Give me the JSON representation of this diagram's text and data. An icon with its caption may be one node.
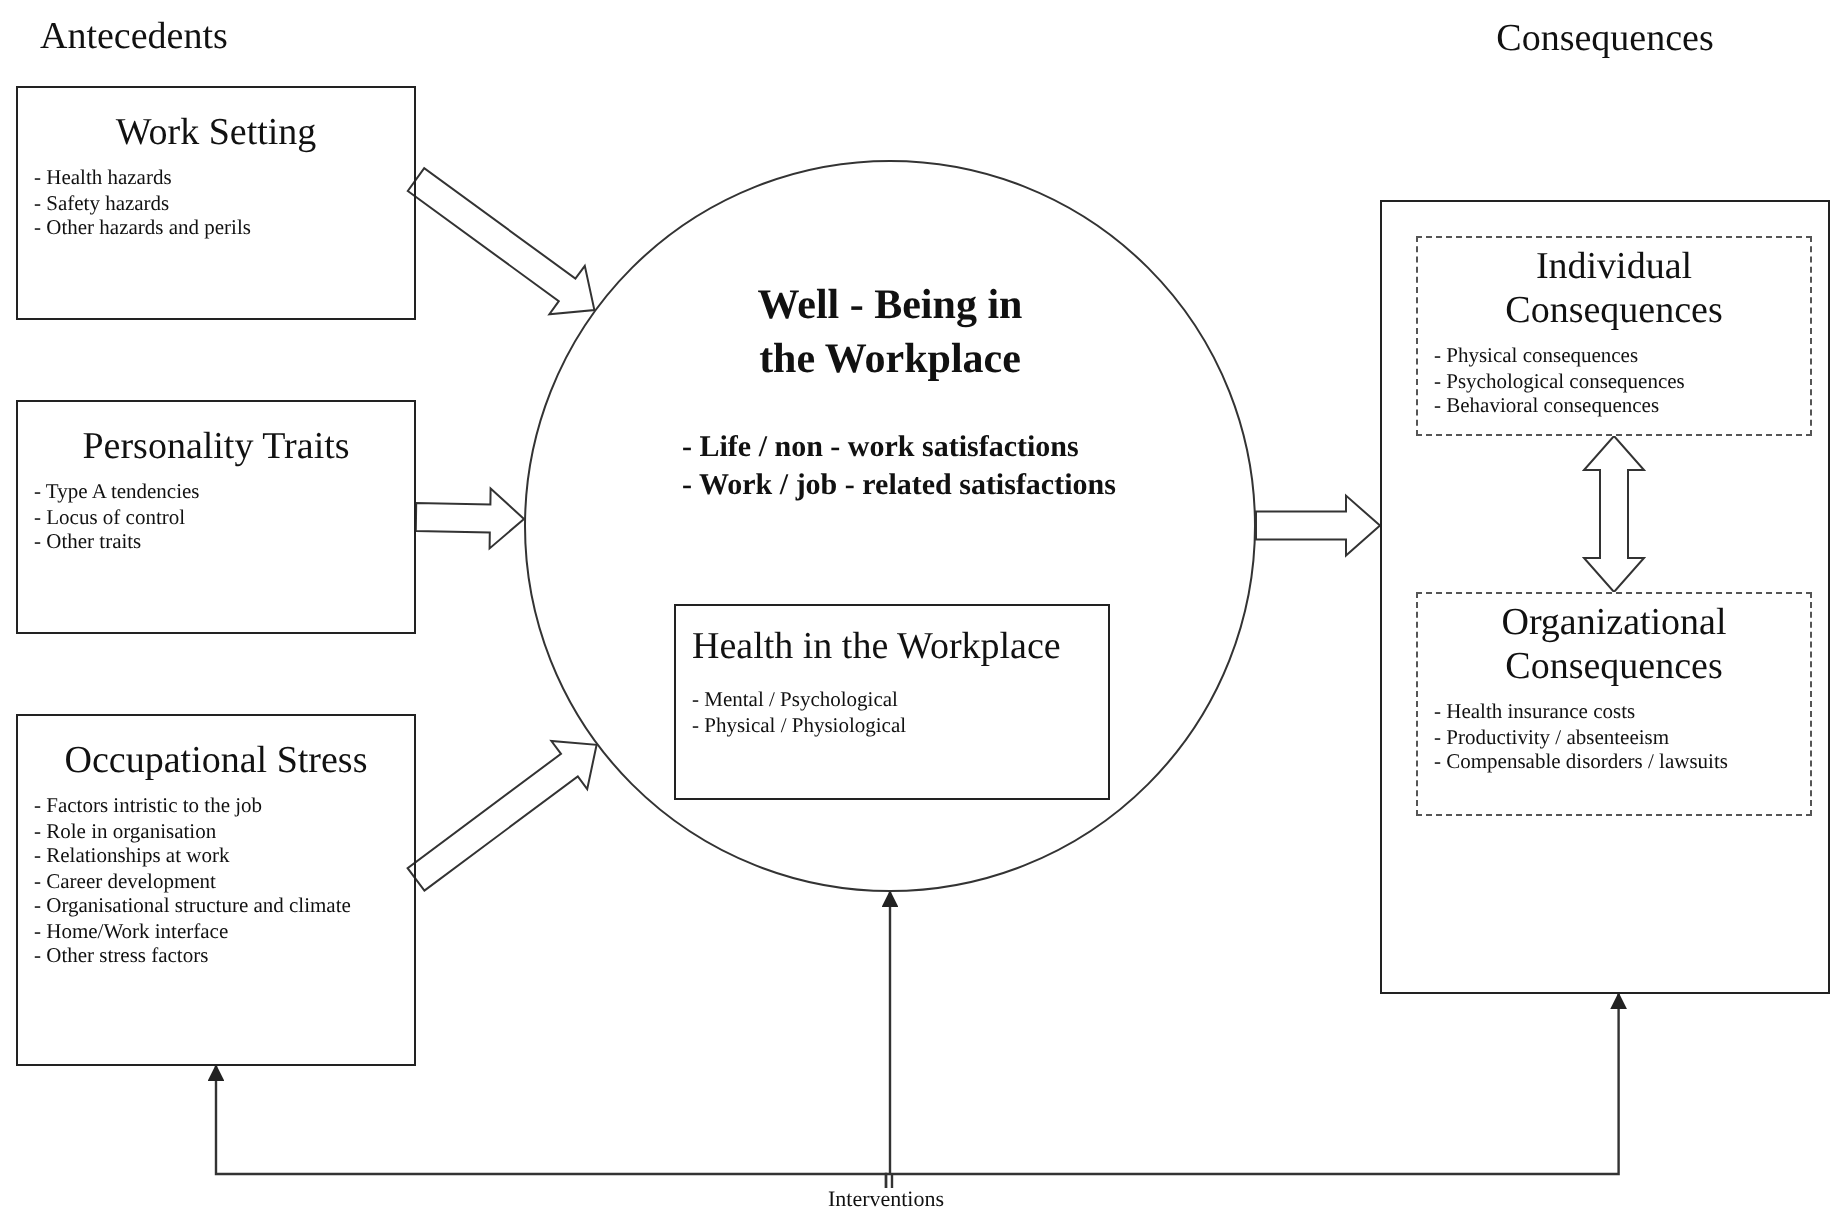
{
  "diagram": {
    "nodes": [
      {
        "text": [
          "Work Setting",
          "- Health hazards",
          "- Safety hazards",
          "- Other hazards and perils"
        ]
      },
      {
        "text": [
          "Personality Traits",
          "- Type A tendencies",
          "- Locus of control",
          "- Other traits"
        ]
      },
      {
        "text": [
          "Occupational Stress",
          "- Factors intristic to the job",
          "- Role in organisation",
          "- Relationships at work",
          "- Career development",
          "- Organisational structure and climate",
          "- Home/Work interface",
          "- Other stress factors"
        ]
      },
      {
        "text": [
          "Well - Being in the Workplace",
          "- Life / non - work satisfactions",
          "- Work / job - related satisfactions"
        ]
      },
      {
        "text": [
          "Health in the Workplace",
          "- Mental / Psychological",
          "- Physical / Physiological"
        ],
        "in": 3
      },
      {
        "text": [
          "Consequences"
        ]
      },
      {
        "text": [
          "Individual Consequences",
          "- Physical consequences",
          "- Psychological consequences",
          "- Behavioral consequences"
        ],
        "in": 5
      },
      {
        "text": [
          "Organizational Consequences",
          "- Health insurance costs",
          "- Productivity / absenteeism",
          "- Compensable disorders / lawsuits"
        ],
        "in": 5
      },
      {
        "text": [
          "Interventions"
        ]
      }
    ],
    "edges": [
      {
        "from": 0,
        "to": 3,
        "arrow": "to"
      },
      {
        "from": 1,
        "to": 3,
        "arrow": "to"
      },
      {
        "from": 2,
        "to": 3,
        "arrow": "to"
      },
      {
        "from": 3,
        "to": 5,
        "arrow": "to"
      },
      {
        "from": 6,
        "to": 7,
        "arrow": "both"
      },
      {
        "from": 8,
        "to": 2,
        "arrow": "to"
      },
      {
        "from": 8,
        "to": 3,
        "arrow": "to"
      },
      {
        "from": 8,
        "to": 5,
        "arrow": "to"
      }
    ],
    "labels": [
      "Antecedents"
    ]
  }
}
